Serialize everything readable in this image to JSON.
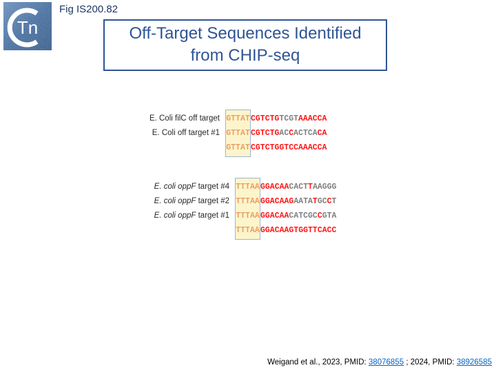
{
  "fig_label": "Fig IS200.82",
  "logo": {
    "text": "Tn"
  },
  "title": {
    "line1": "Off-Target Sequences Identified",
    "line2": "from CHIP-seq"
  },
  "colors": {
    "accent_blue": "#2f5496",
    "seq_red": "#ff1414",
    "seq_gray": "#7f7f7f",
    "seq_orange": "#ed9e63",
    "highlight_bg": "#fcf5cc",
    "highlight_border": "#9eb6cc",
    "link_blue": "#0563c1"
  },
  "groups": [
    {
      "id": "group-filc",
      "rows": [
        {
          "label": [
            {
              "text": "E. Coli filC off target",
              "italic": false
            }
          ],
          "prefix": "GTTAT",
          "segments": [
            {
              "text": "CGTCTG",
              "color": "red"
            },
            {
              "text": "TCGT",
              "color": "gray"
            },
            {
              "text": "AAACCA",
              "color": "red"
            }
          ]
        },
        {
          "label": [
            {
              "text": "E. Coli off target #1",
              "italic": false
            }
          ],
          "prefix": "GTTAT",
          "segments": [
            {
              "text": "CGTCTG",
              "color": "red"
            },
            {
              "text": "AC",
              "color": "gray"
            },
            {
              "text": "C",
              "color": "red"
            },
            {
              "text": "ACTCA",
              "color": "gray"
            },
            {
              "text": "CA",
              "color": "red"
            }
          ]
        },
        {
          "label": [],
          "prefix": "GTTAT",
          "segments": [
            {
              "text": "CGTCTGGTCCAAACCA",
              "color": "red"
            }
          ]
        }
      ]
    },
    {
      "id": "group-oppf",
      "rows": [
        {
          "label": [
            {
              "text": "E. coli oppF",
              "italic": true
            },
            {
              "text": " target #4",
              "italic": false
            }
          ],
          "prefix": "TTTAA",
          "segments": [
            {
              "text": "GGACAA",
              "color": "red"
            },
            {
              "text": "CACT",
              "color": "gray"
            },
            {
              "text": "T",
              "color": "red"
            },
            {
              "text": "AAGGG",
              "color": "gray"
            }
          ]
        },
        {
          "label": [
            {
              "text": "E. coli oppF",
              "italic": true
            },
            {
              "text": " target #2",
              "italic": false
            }
          ],
          "prefix": "TTTAA",
          "segments": [
            {
              "text": "GGACAAG",
              "color": "red"
            },
            {
              "text": "AATA",
              "color": "gray"
            },
            {
              "text": "T",
              "color": "red"
            },
            {
              "text": "GC",
              "color": "gray"
            },
            {
              "text": "C",
              "color": "red"
            },
            {
              "text": "T",
              "color": "gray"
            }
          ]
        },
        {
          "label": [
            {
              "text": "E. coli oppF",
              "italic": true
            },
            {
              "text": " target #1",
              "italic": false
            }
          ],
          "prefix": "TTTAA",
          "segments": [
            {
              "text": "GGACAA",
              "color": "red"
            },
            {
              "text": "CATCGC",
              "color": "gray"
            },
            {
              "text": "C",
              "color": "red"
            },
            {
              "text": "GTA",
              "color": "gray"
            }
          ]
        },
        {
          "label": [],
          "prefix": "TTTAA",
          "segments": [
            {
              "text": "GGACAAGTGGTTCACC",
              "color": "red"
            }
          ]
        }
      ]
    }
  ],
  "footer": {
    "parts": [
      {
        "text": "Weigand et al., 2023, PMID: ",
        "link": false
      },
      {
        "text": "38076855",
        "link": true
      },
      {
        "text": " ; 2024, PMID: ",
        "link": false
      },
      {
        "text": "38926585",
        "link": true
      }
    ]
  }
}
